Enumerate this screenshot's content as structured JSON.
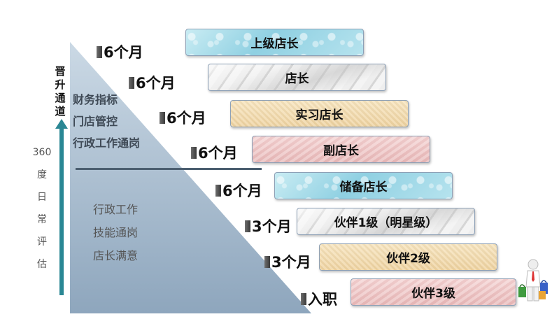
{
  "vertical_title": "晋升通道",
  "vertical_subtitle": [
    "360",
    "度",
    "日",
    "常",
    "评",
    "估"
  ],
  "upper_criteria": [
    "财务指标",
    "门店管控",
    "行政工作通岗"
  ],
  "lower_criteria": [
    "行政工作",
    "技能通岗",
    "店长满意"
  ],
  "durations": [
    "6个月",
    "6个月",
    "6个月",
    "6个月",
    "6个月",
    "3个月",
    "3个月",
    "入职"
  ],
  "levels": [
    "上级店长",
    "店长",
    "实习店长",
    "副店长",
    "储备店长",
    "伙伴1级（明星级）",
    "伙伴2级",
    "伙伴3级"
  ],
  "colors": {
    "triangle_top": "#b3c7d8",
    "triangle_bottom": "#7f99b3",
    "arrow": "#2a8794",
    "divider": "#4b5e70"
  },
  "icons": [
    "up-arrow-icon",
    "person-with-bags-icon"
  ]
}
